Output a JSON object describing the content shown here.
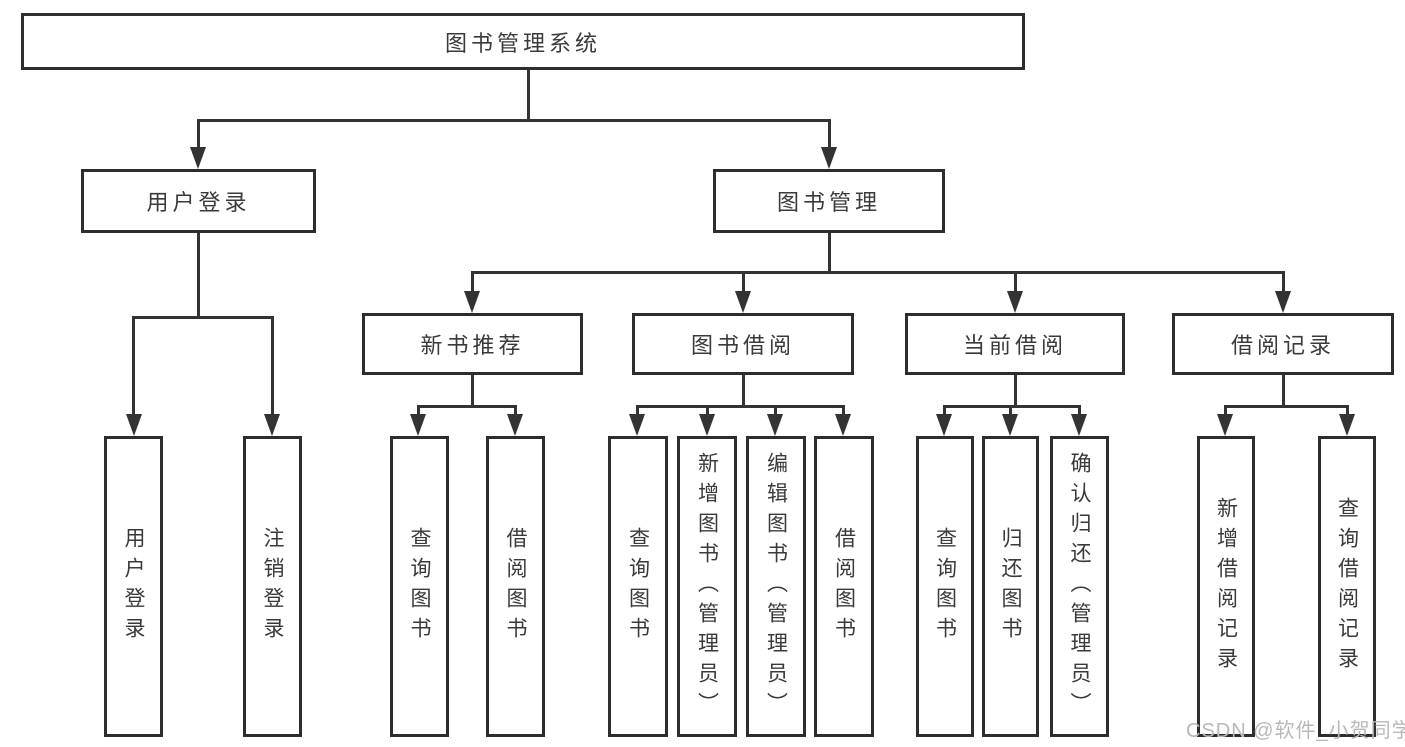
{
  "diagram": {
    "line_color": "#333333",
    "border_color": "#2d2d2d",
    "text_color": "#3a3a3a"
  },
  "tree": {
    "root": {
      "label": "图书管理系统"
    },
    "level2": [
      {
        "label": "用户登录",
        "children": [
          {
            "label": "用户登录"
          },
          {
            "label": "注销登录"
          }
        ]
      },
      {
        "label": "图书管理",
        "children": [
          {
            "label": "新书推荐",
            "children": [
              {
                "label": "查询图书"
              },
              {
                "label": "借阅图书"
              }
            ]
          },
          {
            "label": "图书借阅",
            "children": [
              {
                "label": "查询图书"
              },
              {
                "label": "新增图书（管理员）"
              },
              {
                "label": "编辑图书（管理员）"
              },
              {
                "label": "借阅图书"
              }
            ]
          },
          {
            "label": "当前借阅",
            "children": [
              {
                "label": "查询图书"
              },
              {
                "label": "归还图书"
              },
              {
                "label": "确认归还（管理员）"
              }
            ]
          },
          {
            "label": "借阅记录",
            "children": [
              {
                "label": "新增借阅记录"
              },
              {
                "label": "查询借阅记录"
              }
            ]
          }
        ]
      }
    ]
  },
  "watermark": {
    "text": "CSDN @软件_小贺同学",
    "color": "#b8b8b8"
  }
}
